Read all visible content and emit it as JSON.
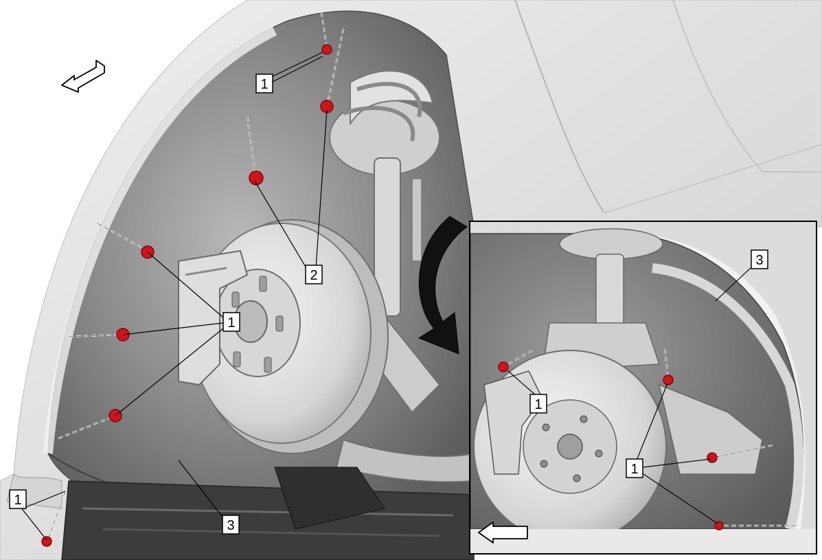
{
  "callouts": {
    "clip": "1",
    "bolt": "2",
    "liner": "3"
  },
  "colors": {
    "fastener": "#d0141c",
    "background": "#ffffff",
    "body_light": "#e4e4e4",
    "liner_dark": "#6e6e6e",
    "callout_box": "#ffffff",
    "callout_border": "#000000"
  },
  "icons": {
    "main_view_direction": "front-direction-arrow-icon",
    "inset_view_direction": "front-direction-arrow-icon",
    "view_transition": "curved-arrow-icon"
  }
}
